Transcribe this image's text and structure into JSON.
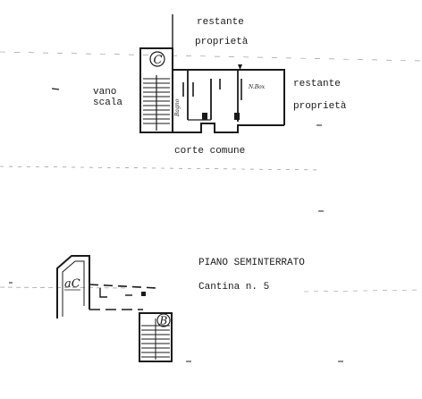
{
  "upper_plan": {
    "label_top_1": "restante",
    "label_top_2": "proprietà",
    "label_left_1": "vano",
    "label_left_2": "scala",
    "label_right_1": "restante",
    "label_right_2": "proprietà",
    "label_bottom": "corte comune",
    "room_label_1": "Bagno",
    "room_label_2": "N.Box",
    "room_letter": "C"
  },
  "lower_plan": {
    "title": "PIANO SEMINTERRATO",
    "subtitle": "Cantina n. 5",
    "room_label": "aC",
    "room_letter": "B"
  }
}
